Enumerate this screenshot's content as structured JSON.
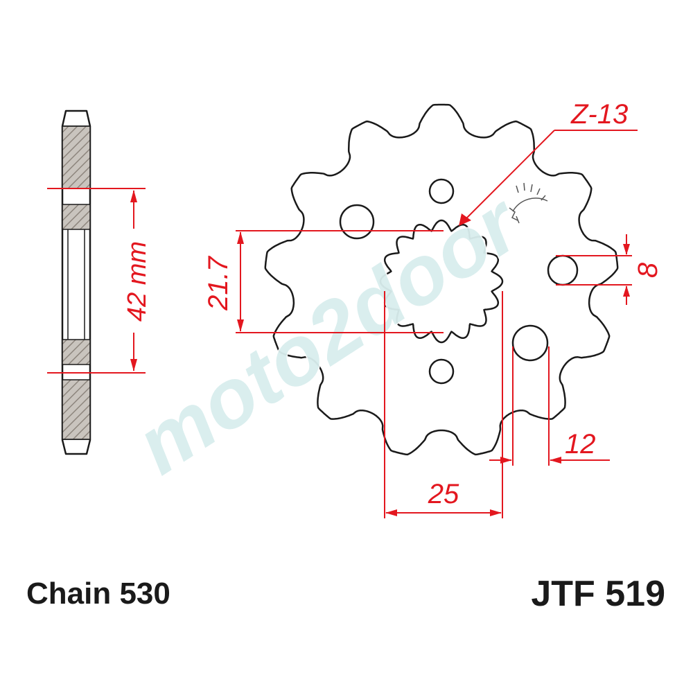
{
  "dimensions": {
    "tooth_count": "Z-13",
    "side_height": "42 mm",
    "spline_diameter": "21.7",
    "hole_diameter": "8",
    "hole_spacing": "12",
    "spline_width": "25"
  },
  "captions": {
    "chain": "Chain 530",
    "part_number": "JTF 519"
  },
  "watermark": {
    "text": "moto2door"
  },
  "colors": {
    "dimension": "#e3171f",
    "outline": "#1a1a1a",
    "side_hatch": "#b9b3ac",
    "watermark": "#d9eeee"
  }
}
